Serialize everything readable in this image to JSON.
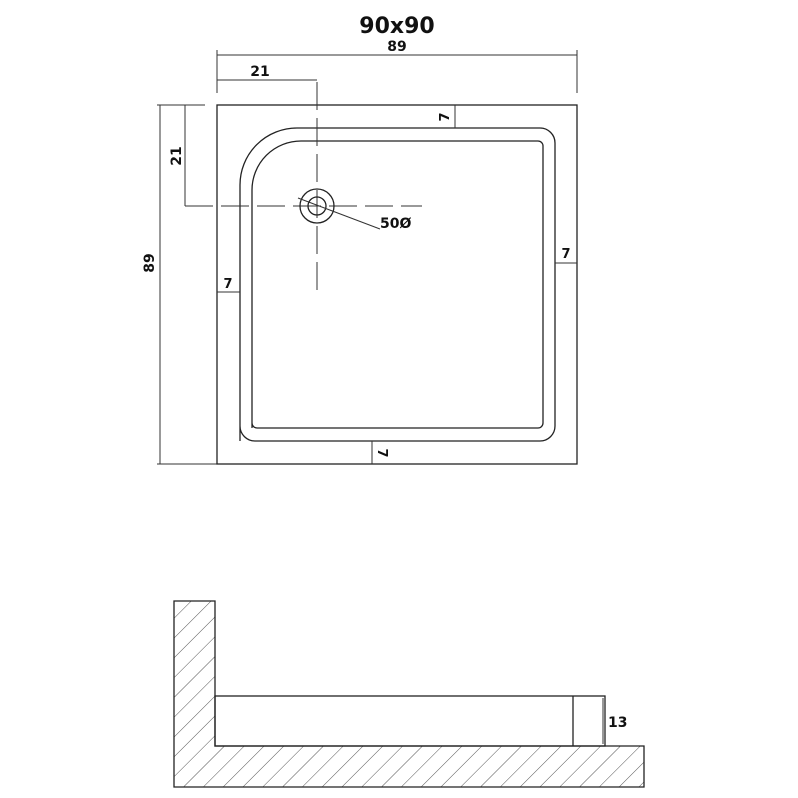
{
  "title": "90x90",
  "dimensions": {
    "overall_width": "89",
    "overall_height": "89",
    "drain_offset_x": "21",
    "drain_offset_y": "21",
    "rim_top": "7",
    "rim_right": "7",
    "rim_left": "7",
    "rim_bottom": "7",
    "drain_diameter": "50Ø",
    "tray_height": "13"
  },
  "colors": {
    "line": "#222222",
    "background": "#ffffff"
  }
}
